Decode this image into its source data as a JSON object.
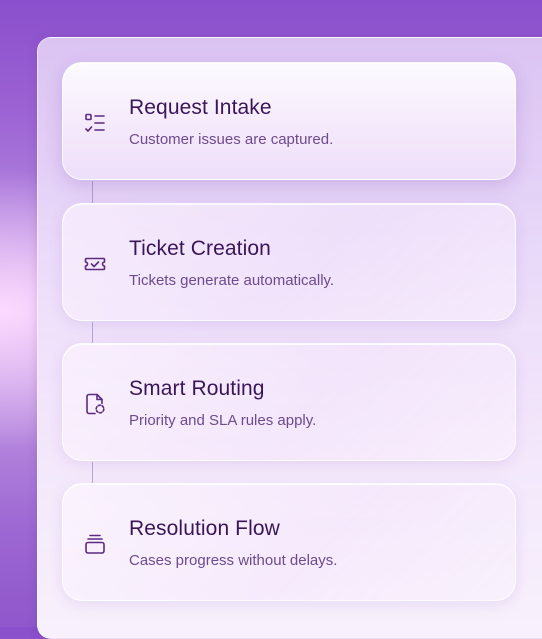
{
  "steps": [
    {
      "title": "Request Intake",
      "description": "Customer issues are captured.",
      "icon": "checklist-icon",
      "active": true
    },
    {
      "title": "Ticket Creation",
      "description": "Tickets generate automatically.",
      "icon": "ticket-icon",
      "active": false
    },
    {
      "title": "Smart Routing",
      "description": "Priority and SLA rules apply.",
      "icon": "file-dashed-icon",
      "active": false
    },
    {
      "title": "Resolution Flow",
      "description": "Cases progress without delays.",
      "icon": "stacked-layers-icon",
      "active": false
    }
  ],
  "colors": {
    "title": "#3a1658",
    "description": "#6d4b8c",
    "icon": "#5a2b7e",
    "background_top": "#8a4fcc"
  }
}
